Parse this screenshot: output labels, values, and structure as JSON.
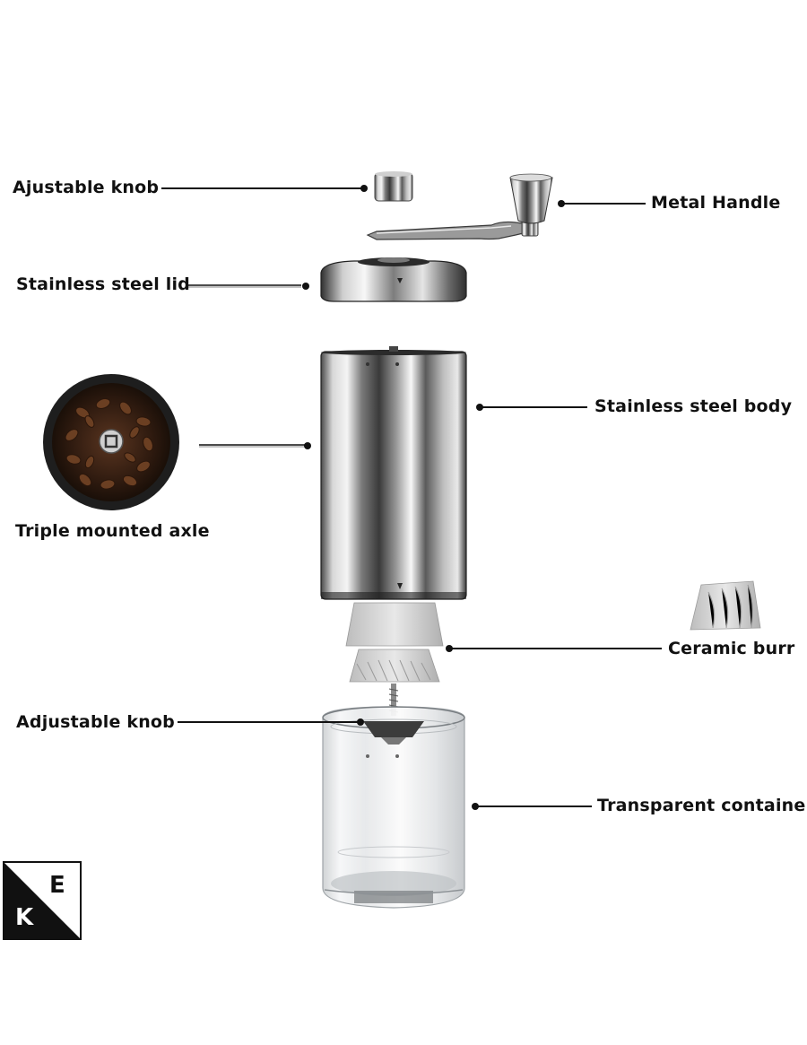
{
  "labels": {
    "knob_top": "Ajustable knob",
    "metal_handle": "Metal Handle",
    "lid": "Stainless steel lid",
    "body": "Stainless steel body",
    "axle": "Triple mounted axle",
    "burr": "Ceramic burr",
    "knob_bottom": "Adjustable knob",
    "container": "Transparent container"
  },
  "logo": {
    "letter_top": "E",
    "letter_bottom": "K"
  }
}
